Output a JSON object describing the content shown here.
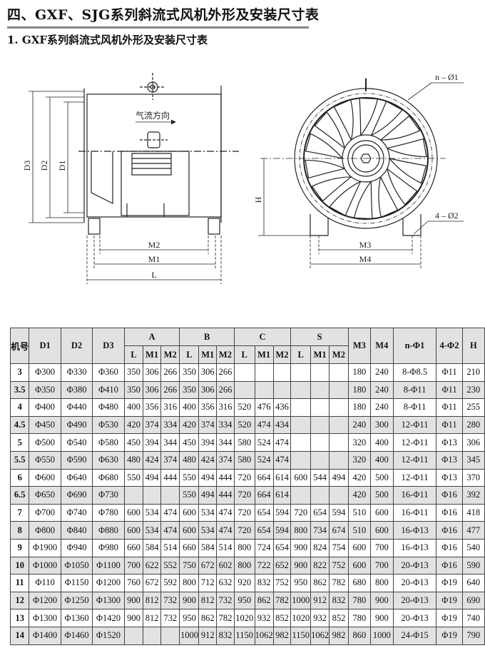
{
  "title": "四、GXF、SJG系列斜流式风机外形及安装尺寸表",
  "subtitle": "1. GXF系列斜流式风机外形及安装尺寸表",
  "drawing": {
    "airflow_label": "气流方向",
    "labels": {
      "D3": "D3",
      "D2": "D2",
      "D1": "D1",
      "M2": "M2",
      "M1": "M1",
      "L": "L",
      "H": "H",
      "M3": "M3",
      "M4": "M4",
      "n_phi1": "n – Ø1",
      "four_phi2": "4 – Ø2"
    }
  },
  "table": {
    "header": {
      "model": "机号",
      "D1": "D1",
      "D2": "D2",
      "D3": "D3",
      "groups": [
        "A",
        "B",
        "C",
        "S"
      ],
      "sub": [
        "L",
        "M1",
        "M2"
      ],
      "M3": "M3",
      "M4": "M4",
      "n_phi1": "n-Φ1",
      "four_phi2": "4-Φ2",
      "H": "H"
    },
    "rows": [
      [
        "3",
        "Φ300",
        "Φ330",
        "Φ360",
        "350",
        "306",
        "266",
        "350",
        "306",
        "266",
        "",
        "",
        "",
        "",
        "",
        "",
        "180",
        "240",
        "8-Φ8.5",
        "Φ11",
        "210"
      ],
      [
        "3.5",
        "Φ350",
        "Φ380",
        "Φ410",
        "350",
        "306",
        "266",
        "350",
        "306",
        "266",
        "",
        "",
        "",
        "",
        "",
        "",
        "180",
        "240",
        "8-Φ11",
        "Φ11",
        "230"
      ],
      [
        "4",
        "Φ400",
        "Φ440",
        "Φ480",
        "400",
        "356",
        "316",
        "400",
        "356",
        "316",
        "520",
        "476",
        "436",
        "",
        "",
        "",
        "180",
        "240",
        "8-Φ11",
        "Φ11",
        "255"
      ],
      [
        "4.5",
        "Φ450",
        "Φ490",
        "Φ530",
        "420",
        "374",
        "334",
        "420",
        "374",
        "334",
        "520",
        "474",
        "434",
        "",
        "",
        "",
        "240",
        "300",
        "12-Φ11",
        "Φ11",
        "280"
      ],
      [
        "5",
        "Φ500",
        "Φ540",
        "Φ580",
        "450",
        "394",
        "344",
        "450",
        "394",
        "344",
        "580",
        "524",
        "474",
        "",
        "",
        "",
        "320",
        "400",
        "12-Φ11",
        "Φ13",
        "306"
      ],
      [
        "5.5",
        "Φ550",
        "Φ590",
        "Φ630",
        "480",
        "424",
        "374",
        "480",
        "424",
        "374",
        "580",
        "524",
        "474",
        "",
        "",
        "",
        "320",
        "400",
        "12-Φ11",
        "Φ13",
        "345"
      ],
      [
        "6",
        "Φ600",
        "Φ640",
        "Φ680",
        "550",
        "494",
        "444",
        "550",
        "494",
        "444",
        "720",
        "664",
        "614",
        "600",
        "544",
        "494",
        "420",
        "500",
        "12-Φ11",
        "Φ13",
        "370"
      ],
      [
        "6.5",
        "Φ650",
        "Φ690",
        "Φ730",
        "",
        "",
        "",
        "550",
        "494",
        "444",
        "720",
        "664",
        "614",
        "",
        "",
        "",
        "420",
        "500",
        "16-Φ11",
        "Φ16",
        "392"
      ],
      [
        "7",
        "Φ700",
        "Φ740",
        "Φ780",
        "600",
        "534",
        "474",
        "600",
        "534",
        "474",
        "720",
        "654",
        "594",
        "720",
        "654",
        "594",
        "510",
        "600",
        "16-Φ11",
        "Φ16",
        "418"
      ],
      [
        "8",
        "Φ800",
        "Φ840",
        "Φ880",
        "600",
        "534",
        "474",
        "600",
        "534",
        "474",
        "720",
        "654",
        "594",
        "800",
        "734",
        "674",
        "510",
        "600",
        "16-Φ13",
        "Φ16",
        "477"
      ],
      [
        "9",
        "Φ1900",
        "Φ940",
        "Φ980",
        "660",
        "584",
        "514",
        "660",
        "584",
        "514",
        "800",
        "724",
        "654",
        "900",
        "824",
        "754",
        "600",
        "700",
        "16-Φ13",
        "Φ16",
        "540"
      ],
      [
        "10",
        "Φ1000",
        "Φ1050",
        "Φ1100",
        "700",
        "622",
        "552",
        "750",
        "672",
        "602",
        "800",
        "722",
        "652",
        "900",
        "822",
        "752",
        "600",
        "700",
        "20-Φ13",
        "Φ16",
        "590"
      ],
      [
        "11",
        "Φ110",
        "Φ1150",
        "Φ1200",
        "760",
        "672",
        "592",
        "800",
        "712",
        "632",
        "920",
        "832",
        "752",
        "950",
        "862",
        "782",
        "680",
        "800",
        "20-Φ13",
        "Φ19",
        "640"
      ],
      [
        "12",
        "Φ1200",
        "Φ1250",
        "Φ1300",
        "900",
        "812",
        "732",
        "900",
        "812",
        "732",
        "950",
        "862",
        "782",
        "1000",
        "912",
        "832",
        "780",
        "900",
        "20-Φ13",
        "Φ19",
        "690"
      ],
      [
        "13",
        "Φ1300",
        "Φ1360",
        "Φ1420",
        "900",
        "812",
        "732",
        "950",
        "862",
        "782",
        "1020",
        "932",
        "852",
        "1020",
        "932",
        "852",
        "780",
        "900",
        "20-Φ13",
        "Φ19",
        "740"
      ],
      [
        "14",
        "Φ1400",
        "Φ1460",
        "Φ1520",
        "",
        "",
        "",
        "1000",
        "912",
        "832",
        "1150",
        "1062",
        "982",
        "1150",
        "1062",
        "982",
        "860",
        "1000",
        "24-Φ15",
        "Φ19",
        "790"
      ]
    ]
  }
}
